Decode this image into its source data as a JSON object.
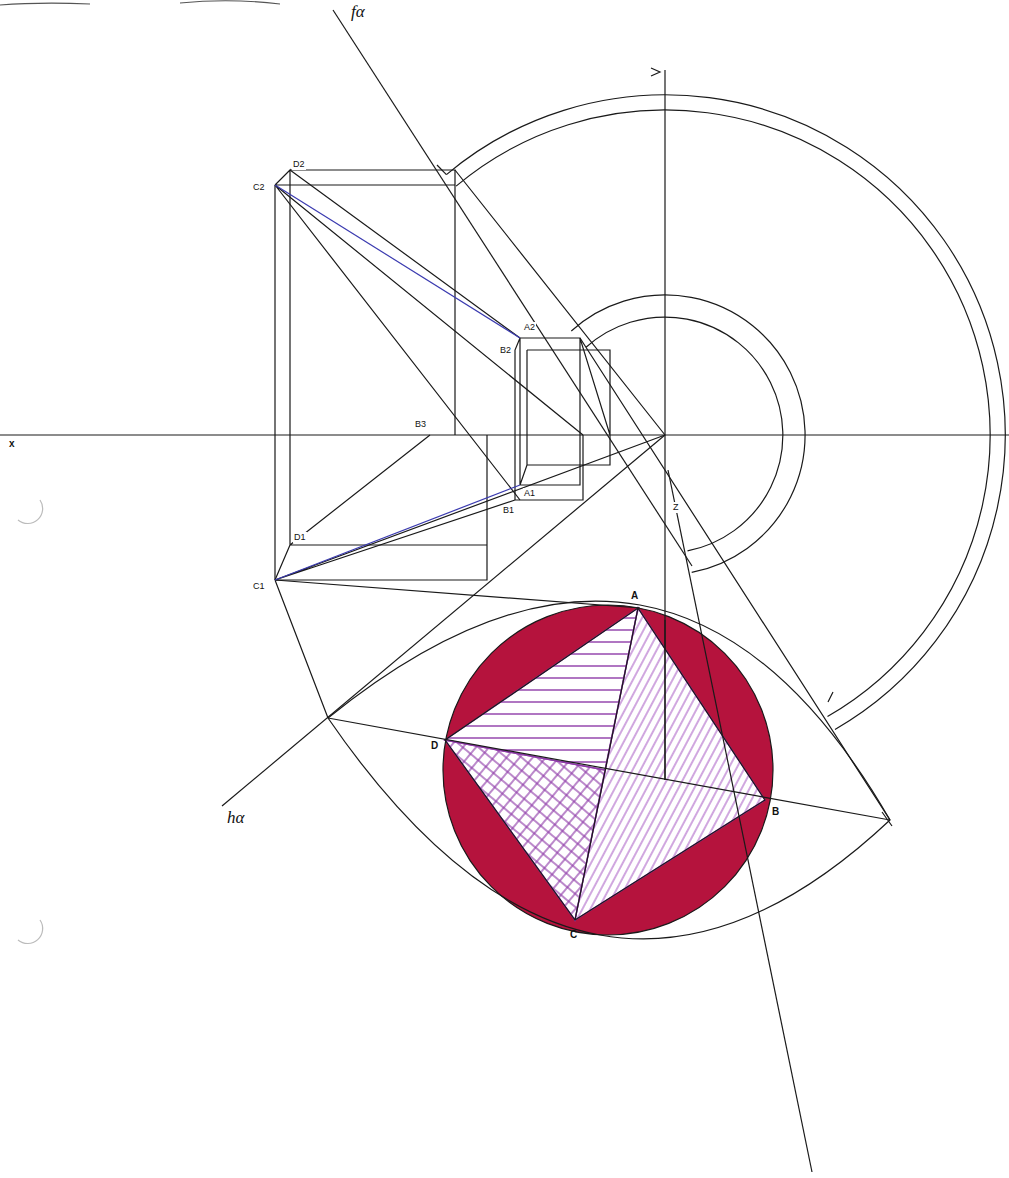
{
  "diagram": {
    "labels": [
      "fα",
      "x",
      "C2",
      "D2",
      "B3",
      "A2",
      "B2",
      "A1",
      "B1",
      "D1",
      "C1",
      "Z",
      "hα",
      "A",
      "D",
      "B",
      "C"
    ]
  }
}
